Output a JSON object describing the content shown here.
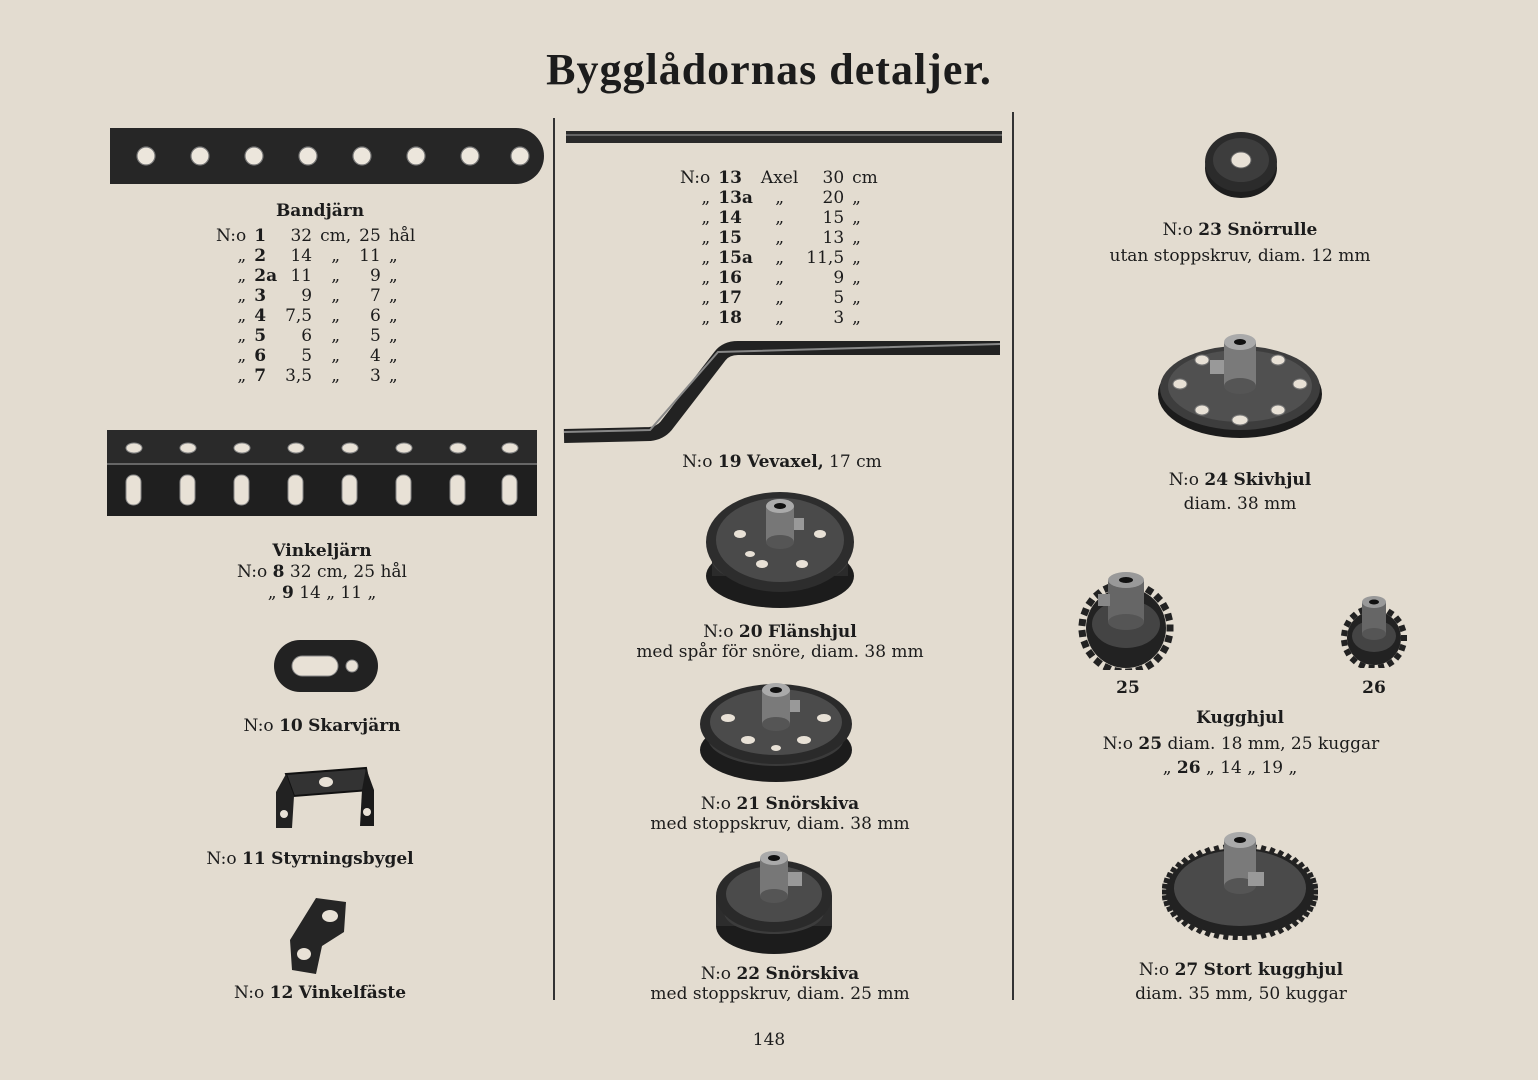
{
  "title": "Bygglådornas detaljer.",
  "page_number": "148",
  "bandjarn": {
    "heading": "Bandjärn",
    "rows": [
      [
        "N:o",
        "1",
        "32",
        "cm,",
        "25",
        "hål"
      ],
      [
        "„",
        "2",
        "14",
        "„",
        "11",
        "„"
      ],
      [
        "„",
        "2a",
        "11",
        "„",
        "9",
        "„"
      ],
      [
        "„",
        "3",
        "9",
        "„",
        "7",
        "„"
      ],
      [
        "„",
        "4",
        "7,5",
        "„",
        "6",
        "„"
      ],
      [
        "„",
        "5",
        "6",
        "„",
        "5",
        "„"
      ],
      [
        "„",
        "6",
        "5",
        "„",
        "4",
        "„"
      ],
      [
        "„",
        "7",
        "3,5",
        "„",
        "3",
        "„"
      ]
    ]
  },
  "vinkeljarn": {
    "heading": "Vinkeljärn",
    "line1_prefix": "N:o",
    "line1_num": "8",
    "line1_rest": "32 cm, 25 hål",
    "line2_prefix": "„",
    "line2_num": "9",
    "line2_rest": "14 „ 11 „"
  },
  "skarvjarn": {
    "prefix": "N:o",
    "num": "10",
    "name": "Skarvjärn"
  },
  "styrningsbygel": {
    "prefix": "N:o",
    "num": "11",
    "name": "Styrningsbygel"
  },
  "vinkelfaste": {
    "prefix": "N:o",
    "num": "12",
    "name": "Vinkelfäste"
  },
  "axel": {
    "rows": [
      [
        "N:o",
        "13",
        "Axel",
        "30",
        "cm"
      ],
      [
        "„",
        "13a",
        "„",
        "20",
        "„"
      ],
      [
        "„",
        "14",
        "„",
        "15",
        "„"
      ],
      [
        "„",
        "15",
        "„",
        "13",
        "„"
      ],
      [
        "„",
        "15a",
        "„",
        "11,5",
        "„"
      ],
      [
        "„",
        "16",
        "„",
        "9",
        "„"
      ],
      [
        "„",
        "17",
        "„",
        "5",
        "„"
      ],
      [
        "„",
        "18",
        "„",
        "3",
        "„"
      ]
    ]
  },
  "vevaxel": {
    "prefix": "N:o",
    "num": "19",
    "name": "Vevaxel,",
    "size": "17 cm"
  },
  "flanshjul": {
    "prefix": "N:o",
    "num": "20",
    "name": "Flänshjul",
    "desc": "med spår för snöre, diam. 38 mm"
  },
  "snorskiva21": {
    "prefix": "N:o",
    "num": "21",
    "name": "Snörskiva",
    "desc": "med stoppskruv, diam. 38 mm"
  },
  "snorskiva22": {
    "prefix": "N:o",
    "num": "22",
    "name": "Snörskiva",
    "desc": "med stoppskruv, diam. 25 mm"
  },
  "snorrulle": {
    "prefix": "N:o",
    "num": "23",
    "name": "Snörrulle",
    "desc": "utan stoppskruv, diam. 12 mm"
  },
  "skivhjul": {
    "prefix": "N:o",
    "num": "24",
    "name": "Skivhjul",
    "desc": "diam. 38 mm"
  },
  "kugghjul": {
    "label25": "25",
    "label26": "26",
    "heading": "Kugghjul",
    "line1_prefix": "N:o",
    "line1_num": "25",
    "line1_rest": "diam. 18 mm, 25 kuggar",
    "line2_prefix": "„",
    "line2_num": "26",
    "line2_rest": "„ 14 „ 19 „"
  },
  "stort_kugghjul": {
    "prefix": "N:o",
    "num": "27",
    "name": "Stort kugghjul",
    "desc": "diam. 35 mm, 50 kuggar"
  }
}
